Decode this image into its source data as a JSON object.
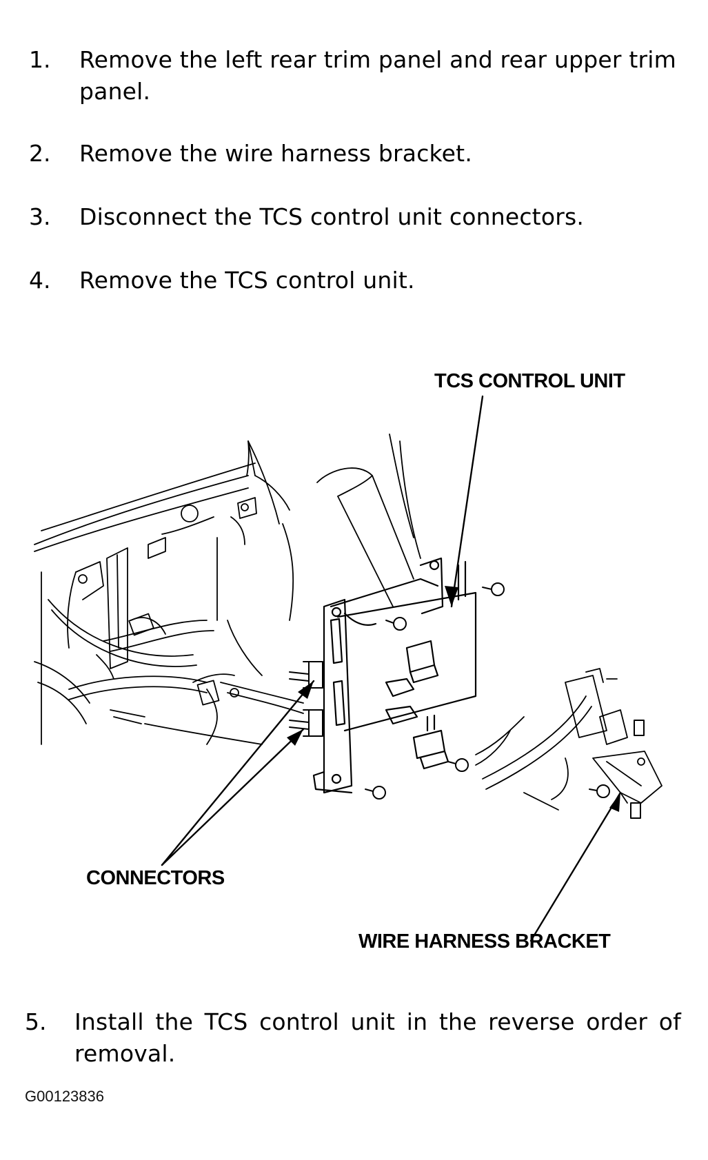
{
  "steps": [
    {
      "num": "1.",
      "text": "Remove the left rear trim panel and rear upper trim panel."
    },
    {
      "num": "2.",
      "text": "Remove the wire harness bracket."
    },
    {
      "num": "3.",
      "text": "Disconnect the TCS control unit connectors."
    },
    {
      "num": "4.",
      "text": "Remove the TCS control unit."
    },
    {
      "num": "5.",
      "text": "Install the TCS control unit in the reverse order of removal."
    }
  ],
  "labels": {
    "tcs_control_unit": "TCS CONTROL UNIT",
    "connectors": "CONNECTORS",
    "wire_harness_bracket": "WIRE HARNESS BRACKET"
  },
  "figure_id": "G00123836"
}
